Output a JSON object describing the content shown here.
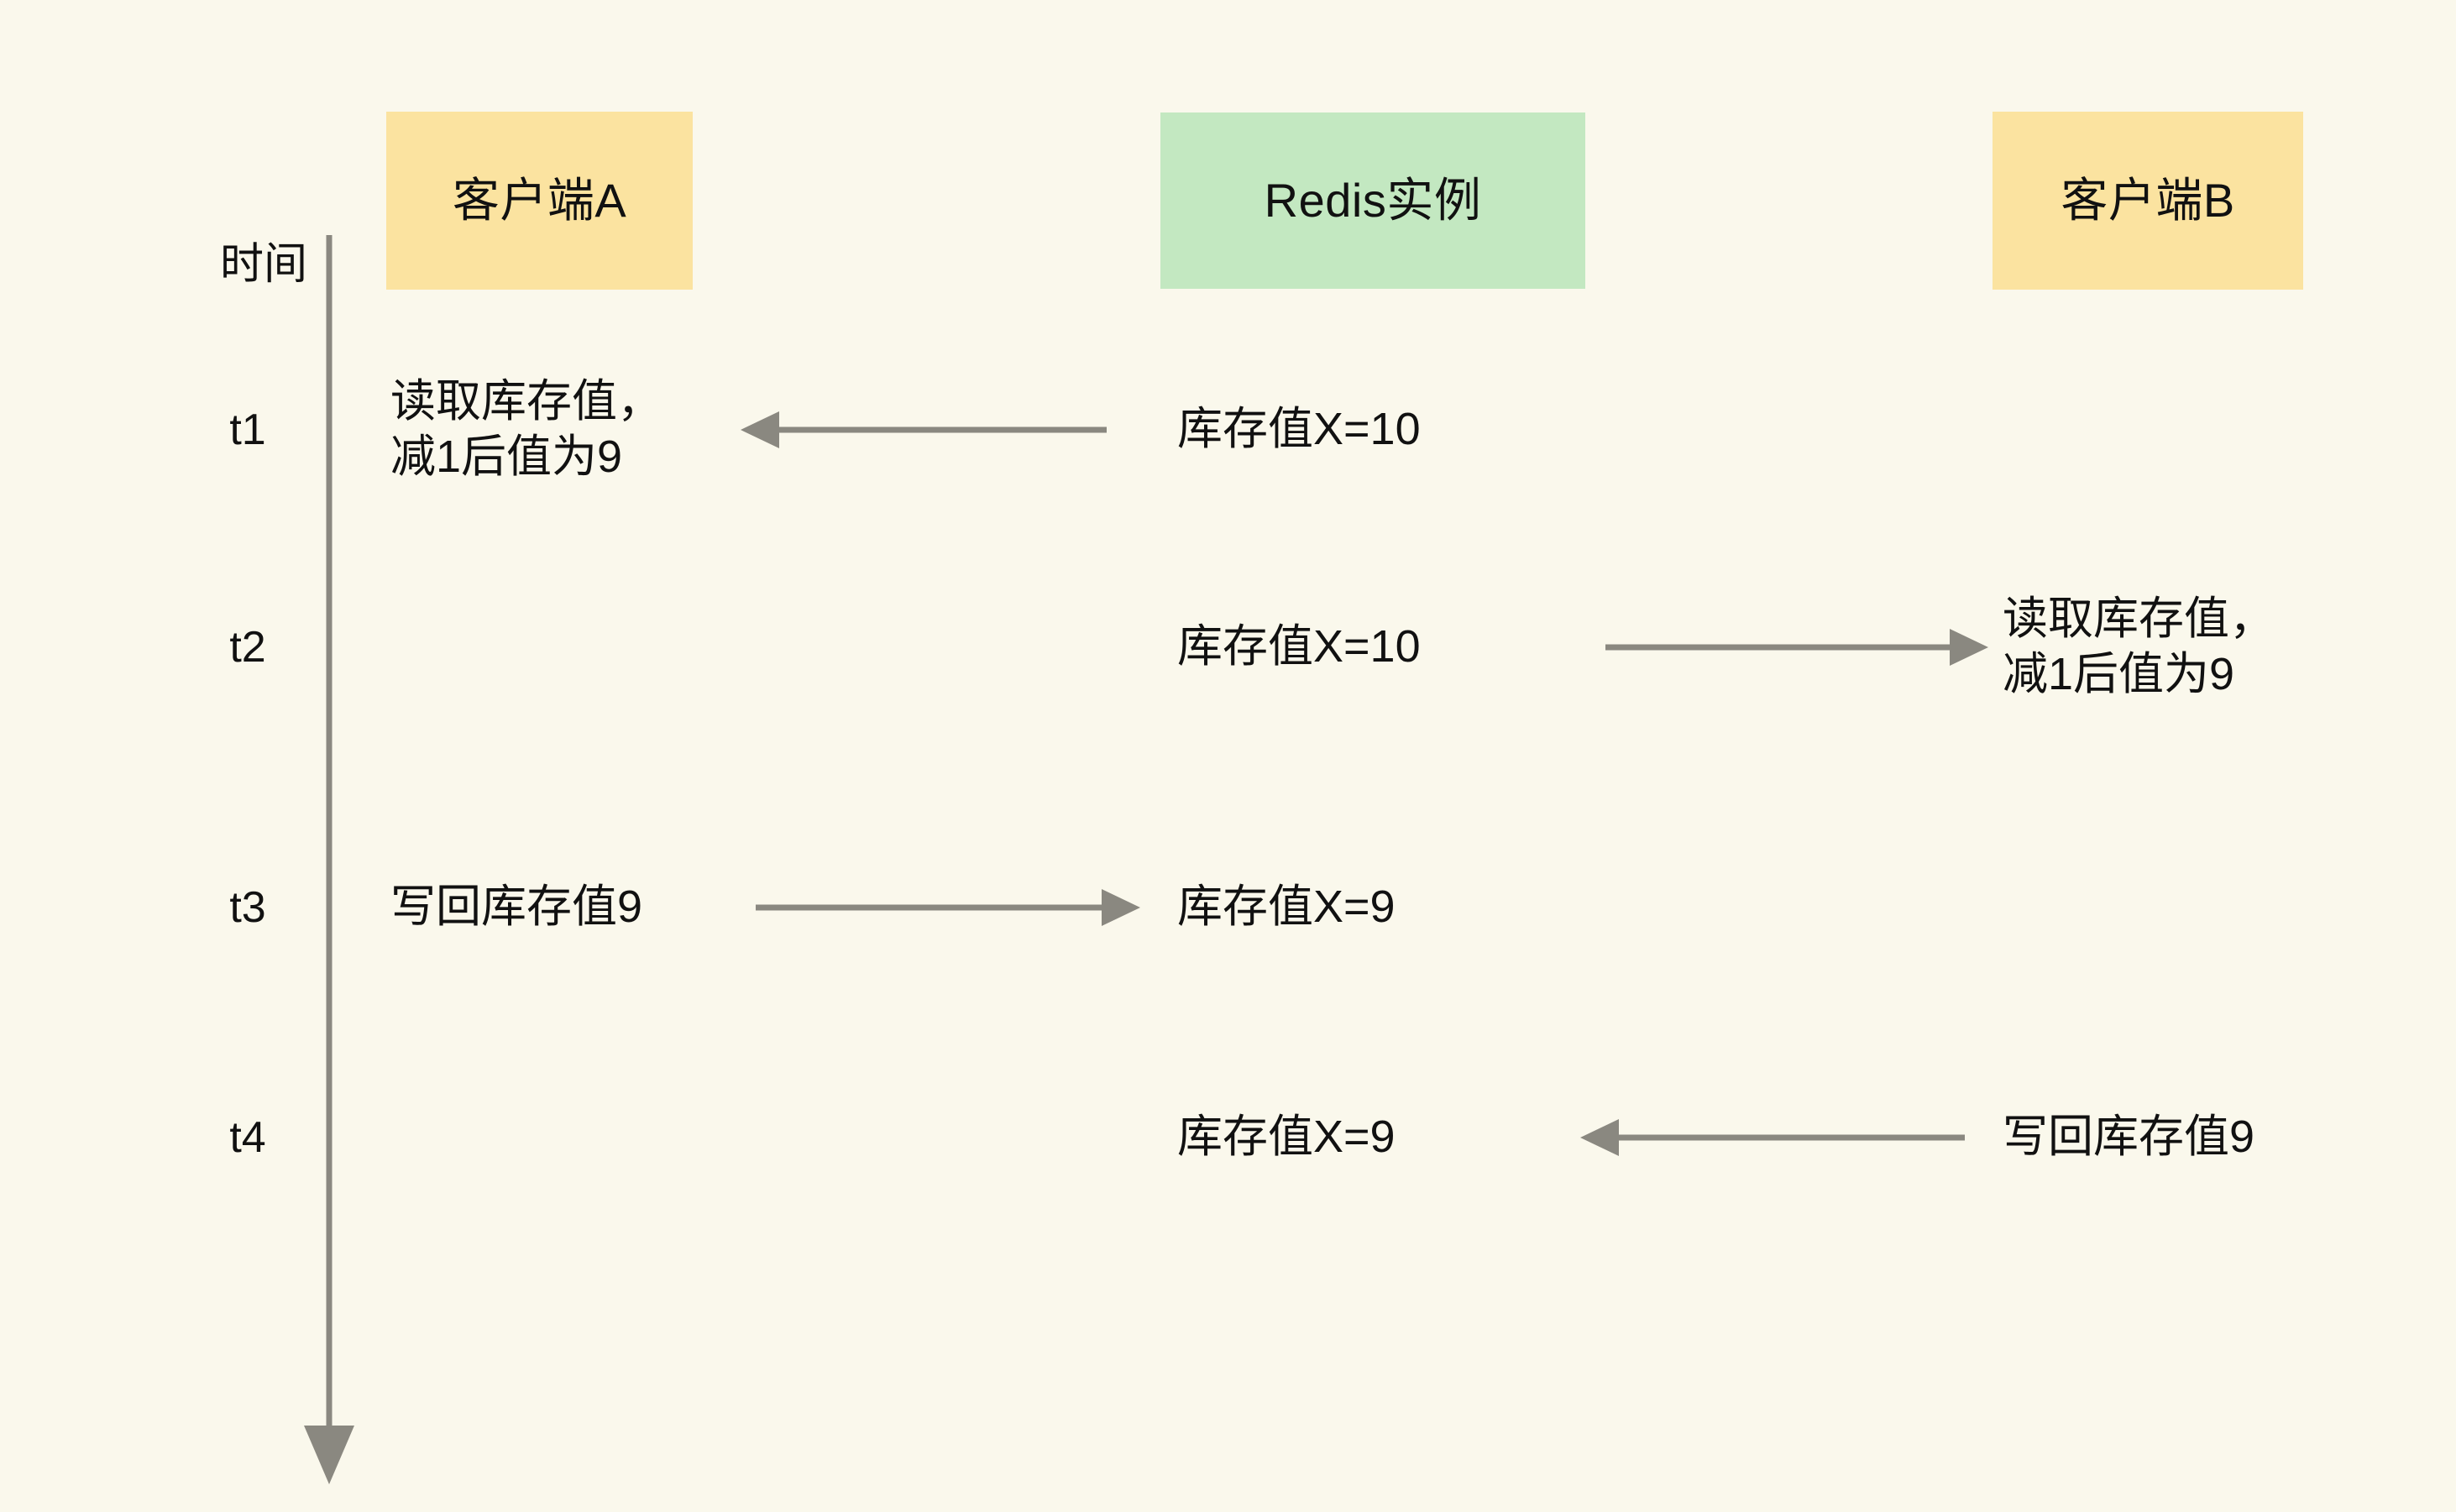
{
  "diagram": {
    "background_color": "#faf8ec",
    "arrow_color": "#8a8880",
    "text_color": "#111111"
  },
  "actors": [
    {
      "id": "client-a",
      "label": "客户端A",
      "color": "#fbe3a0"
    },
    {
      "id": "redis",
      "label": "Redis实例",
      "color": "#c3e8c1"
    },
    {
      "id": "client-b",
      "label": "客户端B",
      "color": "#fbe3a0"
    }
  ],
  "timeline": {
    "axis_label": "时间",
    "steps": [
      {
        "id": "t1",
        "label": "t1"
      },
      {
        "id": "t2",
        "label": "t2"
      },
      {
        "id": "t3",
        "label": "t3"
      },
      {
        "id": "t4",
        "label": "t4"
      }
    ]
  },
  "rows": {
    "t1": {
      "client_a": "读取库存值，\n减1后值为9",
      "redis": "库存值X=10",
      "client_b": "",
      "arrow_direction": "left",
      "arrow_from": "redis",
      "arrow_to": "client-a"
    },
    "t2": {
      "client_a": "",
      "redis": "库存值X=10",
      "client_b": "读取库存值，\n减1后值为9",
      "arrow_direction": "right",
      "arrow_from": "redis",
      "arrow_to": "client-b"
    },
    "t3": {
      "client_a": "写回库存值9",
      "redis": "库存值X=9",
      "client_b": "",
      "arrow_direction": "right",
      "arrow_from": "client-a",
      "arrow_to": "redis"
    },
    "t4": {
      "client_a": "",
      "redis": "库存值X=9",
      "client_b": "写回库存值9",
      "arrow_direction": "left",
      "arrow_from": "client-b",
      "arrow_to": "redis"
    }
  }
}
